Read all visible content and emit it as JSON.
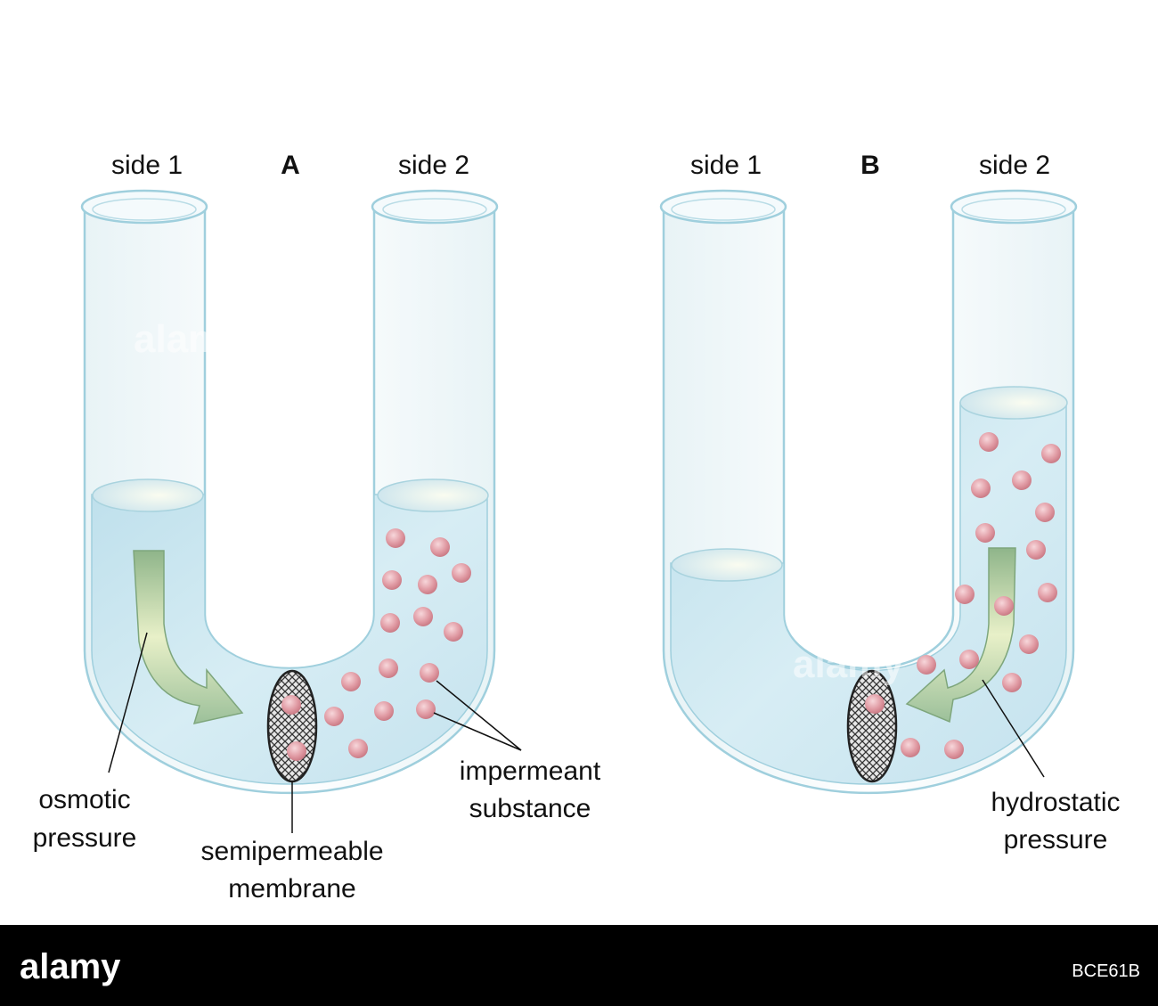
{
  "diagram": {
    "panel_a": {
      "letter": "A",
      "left_label": "side 1",
      "right_label": "side 2",
      "osmotic_pressure": [
        "osmotic",
        "pressure"
      ],
      "semipermeable_membrane": [
        "semipermeable",
        "membrane"
      ],
      "impermeant_substance": [
        "impermeant",
        "substance"
      ]
    },
    "panel_b": {
      "letter": "B",
      "left_label": "side 1",
      "right_label": "side 2",
      "hydrostatic_pressure": [
        "hydrostatic",
        "pressure"
      ]
    },
    "colors": {
      "liquid": "#c6e4ef",
      "tube_outline": "#9fcfdd",
      "particle": "#e2a3ab",
      "arrow": "#a7c99b",
      "membrane": "#444444"
    }
  },
  "watermark": {
    "text": "alamy",
    "stock_logo": "alamy",
    "image_id": "BCE61B"
  }
}
